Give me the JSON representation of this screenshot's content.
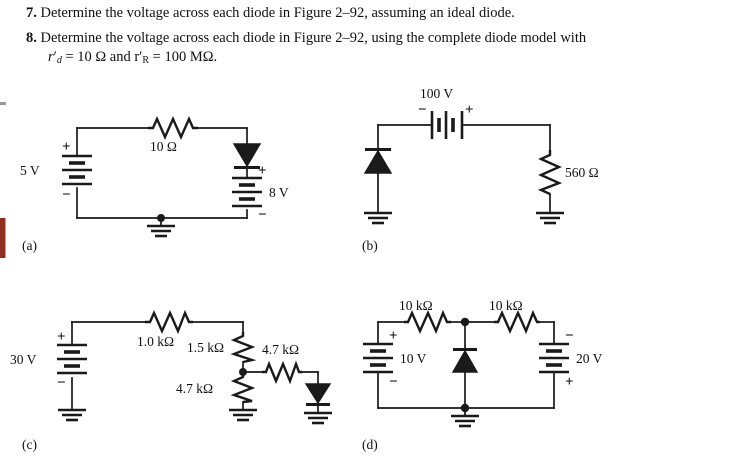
{
  "problems": [
    {
      "number": "7.",
      "text": "Determine the voltage across each diode in Figure 2–92, assuming an ideal diode."
    },
    {
      "number": "8.",
      "text": "Determine the voltage across each diode in Figure 2–92, using the complete diode model with",
      "line2_prefix": "r",
      "line2_sub1": "d",
      "line2_mid": " = 10 Ω and r",
      "line2_sub2": "R",
      "line2_tail": " = 100 MΩ."
    }
  ],
  "figures": {
    "a": {
      "caption": "(a)",
      "source_label": "5 V",
      "source_plus": "+",
      "source_minus": "−",
      "resistor_label": "10 Ω",
      "diode_name": "diode-down",
      "battery2_label": "8 V",
      "battery2_plus": "+",
      "battery2_minus": "−"
    },
    "b": {
      "caption": "(b)",
      "source_label": "100 V",
      "source_minus": "−",
      "source_plus": "+",
      "resistor_label": "560 Ω",
      "diode_name": "diode-up"
    },
    "c": {
      "caption": "(c)",
      "source_label": "30 V",
      "source_plus": "+",
      "source_minus": "−",
      "r1_label": "1.0 kΩ",
      "r2_label": "1.5 kΩ",
      "r3_label": "4.7 kΩ",
      "r4_label": "4.7 kΩ",
      "diode_name": "diode-down"
    },
    "d": {
      "caption": "(d)",
      "r1_label": "10 kΩ",
      "r2_label": "10 kΩ",
      "source1_label": "10 V",
      "source1_plus": "+",
      "source1_minus": "−",
      "source2_label": "20 V",
      "source2_minus": "−",
      "source2_plus": "+",
      "diode_name": "diode-up"
    }
  },
  "colors": {
    "ink": "#101010",
    "wire": "#1a1a1a",
    "margin_bar": "#8d2f22",
    "margin_tick": "#9a9a9a",
    "background": "#ffffff"
  }
}
